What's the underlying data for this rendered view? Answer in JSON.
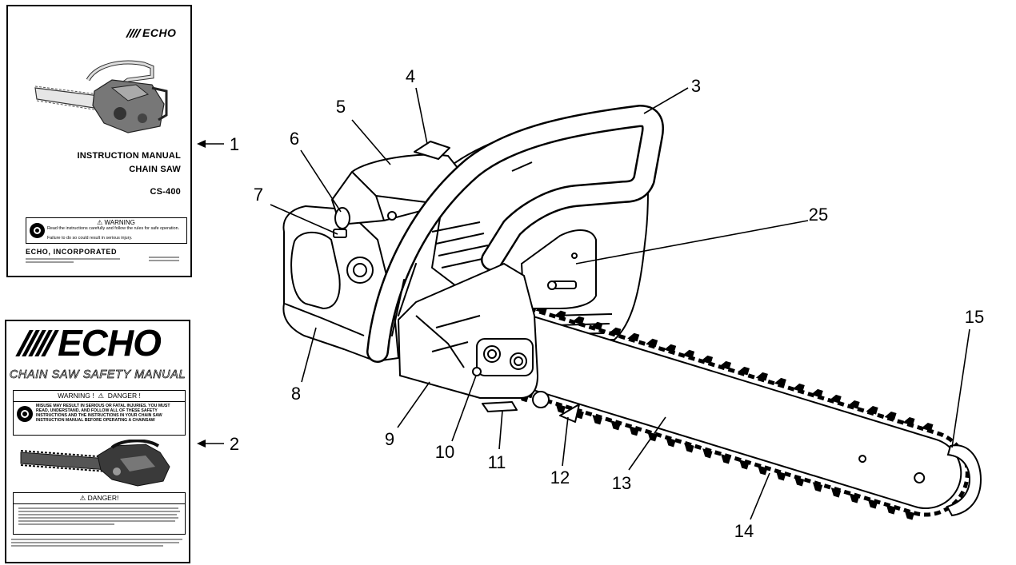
{
  "manual_1": {
    "brand": "ECHO",
    "title_line1": "INSTRUCTION MANUAL",
    "title_line2": "CHAIN SAW",
    "model": "CS-400",
    "warning_heading": "⚠ WARNING",
    "warning_text": "Read the instructions carefully and follow the rules for safe operation.",
    "warning_subtext": "Failure to do so could result in serious injury.",
    "company": "ECHO, INCORPORATED"
  },
  "manual_2": {
    "brand": "ECHO",
    "title": "CHAIN SAW SAFETY MANUAL",
    "warning_label": "WARNING !",
    "danger_label": "DANGER !",
    "warning_text": "MISUSE MAY RESULT IN SERIOUS OR FATAL INJURIES. YOU MUST READ, UNDERSTAND, AND FOLLOW ALL OF THESE SAFETY INSTRUCTIONS AND THE INSTRUCTIONS IN YOUR CHAIN SAW INSTRUCTION MANUAL BEFORE OPERATING A CHAINSAW",
    "danger_heading": "⚠ DANGER!"
  },
  "callouts": [
    "1",
    "2",
    "3",
    "4",
    "5",
    "6",
    "7",
    "8",
    "9",
    "10",
    "11",
    "12",
    "13",
    "14",
    "15",
    "25"
  ]
}
